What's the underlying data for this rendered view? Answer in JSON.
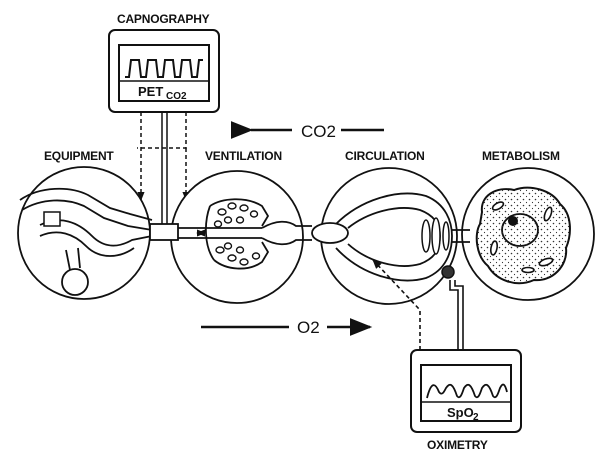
{
  "capnography": {
    "label": "CAPNOGRAPHY",
    "readout_main": "PET",
    "readout_sub": "CO2"
  },
  "oximetry": {
    "label": "OXIMETRY",
    "readout_main": "SpO",
    "readout_sub": "2"
  },
  "sections": {
    "equipment": "EQUIPMENT",
    "ventilation": "VENTILATION",
    "circulation": "CIRCULATION",
    "metabolism": "METABOLISM"
  },
  "gases": {
    "co2": "CO2",
    "o2": "O2"
  },
  "colors": {
    "ink": "#111111",
    "background": "#ffffff"
  }
}
